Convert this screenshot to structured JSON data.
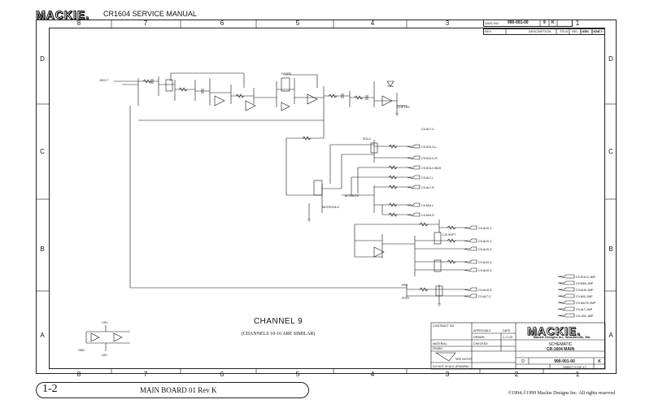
{
  "header": {
    "brand": "MACKIE.",
    "manual_title": "CR1604 SERVICE MANUAL",
    "doc_number": "990-001-00",
    "rev": "9",
    "rev_letter": "K",
    "zone_1": "1"
  },
  "grid": {
    "columns_top": [
      "8",
      "7",
      "6",
      "5",
      "4",
      "3"
    ],
    "columns_bottom": [
      "8",
      "7",
      "6",
      "5",
      "4",
      "3",
      "2",
      "1"
    ],
    "rows_left": [
      "D",
      "C",
      "B",
      "A"
    ],
    "rows_right": [
      "D",
      "C",
      "B",
      "A"
    ]
  },
  "revision_block": {
    "headers": [
      "REV",
      "DESCRIPTION",
      "TITLE",
      "REL. DATE",
      "REL. DATE",
      "DATE"
    ]
  },
  "schematic": {
    "sheet_title": "CHANNEL 9",
    "sheet_subtitle": "(CHANNELS 10-16 ARE SIMILAR)",
    "labels": {
      "input": "JK02-7",
      "fader": "FADER",
      "clip_led": "CLIP LED",
      "solo": "SOLO",
      "alt_mute": "ALT/MUTE",
      "cs": "C/S SHFT",
      "pre": "PRE",
      "post": "POST",
      "mute_link": "MUTE/SOLO"
    },
    "bus_outputs": [
      "C9-SOLO-L",
      "C9-SOLO-R",
      "C9-SOLO-BUS",
      "C9-ALT-L",
      "C9-ALT-R",
      "C9-MIX-L",
      "C9-MIX-R",
      "C9-ALT-3",
      "C9-ALT-4"
    ],
    "aux_outputs": [
      "C9-AUX-1",
      "C9-AUX-2",
      "C9-AUX-3",
      "C9-AUX-4",
      "C9-AUX-5",
      "C9-AUX-6"
    ],
    "connector_list": [
      "C9-SOLO-JMP",
      "C9-PAN-JMP",
      "C9-AUX-JMP",
      "C9-MIX-JMP",
      "C9-MUTE-JMP",
      "C9-ALT-JMP",
      "C9-LED-JMP"
    ]
  },
  "power_section": {
    "pos_label": "+15V",
    "neg_label": "-15V",
    "gnd_label": "GND"
  },
  "title_block": {
    "brand": "MACKIE.",
    "company": "Mackie Designs Inc. Woodinville, Wa.",
    "drawing_type": "SCHEMATIC",
    "drawing_name": "CR-1604 MAIN",
    "doc_number": "990-001-00",
    "size": "D",
    "rev": "K",
    "sheet": "SHEET 9 OF 17",
    "scale": "SEE NOTES",
    "fields": [
      "CONTRACT NO.",
      "APPROVALS",
      "DATE",
      "DRAWN",
      "CHECKED",
      "MATERIAL",
      "FINISH",
      "DO NOT SCALE DRAWING"
    ],
    "drawn_date": "2-17-00"
  },
  "footer": {
    "page_number": "1-2",
    "board_name": "MAIN BOARD 01 Rev K",
    "copyright": "©1994,©1999 Mackie Designs Inc. All rights reserved"
  }
}
